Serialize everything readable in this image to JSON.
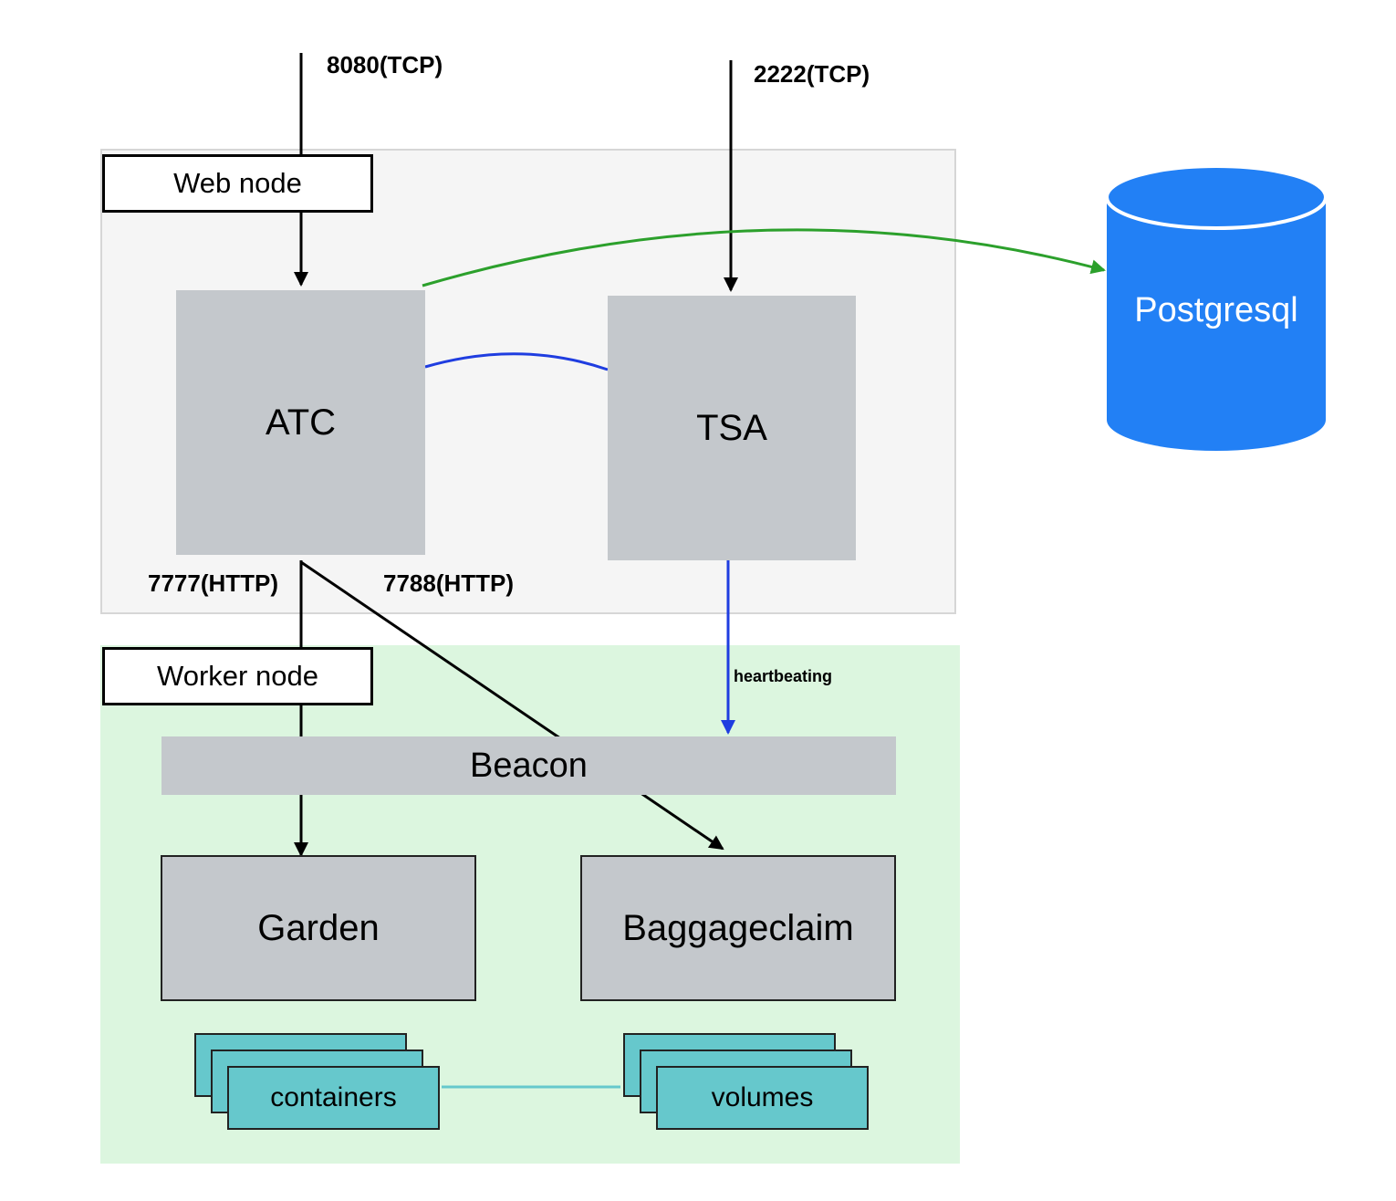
{
  "regions": {
    "web_node_label": "Web node",
    "worker_node_label": "Worker node"
  },
  "components": {
    "atc": "ATC",
    "tsa": "TSA",
    "beacon": "Beacon",
    "garden": "Garden",
    "baggageclaim": "Baggageclaim",
    "postgresql": "Postgresql",
    "containers": "containers",
    "volumes": "volumes"
  },
  "ports": {
    "web": "8080(TCP)",
    "tsa": "2222(TCP)",
    "garden": "7777(HTTP)",
    "baggageclaim": "7788(HTTP)"
  },
  "edge_labels": {
    "heartbeat": "heartbeating"
  },
  "colors": {
    "postgres_edge": "#2ca02c",
    "tsa_link": "#1f3de0",
    "heartbeat_edge": "#1f3de0",
    "database": "#2280f5",
    "stack_fill": "#66c8cc",
    "stack_link": "#66c8cc",
    "component_fill": "#c4c8cc",
    "web_region": "#f5f5f5",
    "worker_region": "#dcf6df"
  }
}
